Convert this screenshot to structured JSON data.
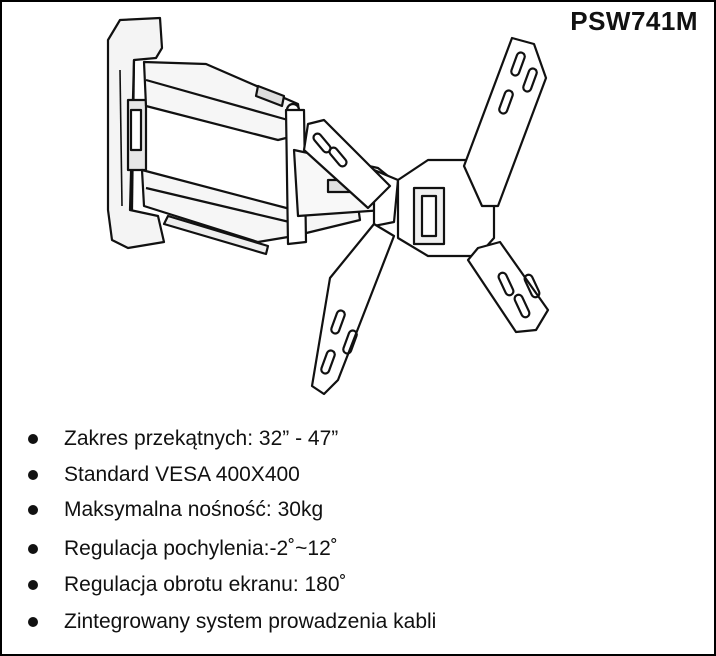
{
  "header": {
    "model": "PSW741M"
  },
  "drawing": {
    "icon": "tv-wall-mount-drawing"
  },
  "features": [
    {
      "text": "Zakres przekątnych: 32” - 47”"
    },
    {
      "text": "Standard  VESA  400X400"
    },
    {
      "text": "Maksymalna nośność: 30kg"
    },
    {
      "text": "Regulacja pochylenia:-2˚~12˚"
    },
    {
      "text": "Regulacja obrotu ekranu: 180˚"
    },
    {
      "text": "Zintegrowany system prowadzenia kabli"
    }
  ]
}
